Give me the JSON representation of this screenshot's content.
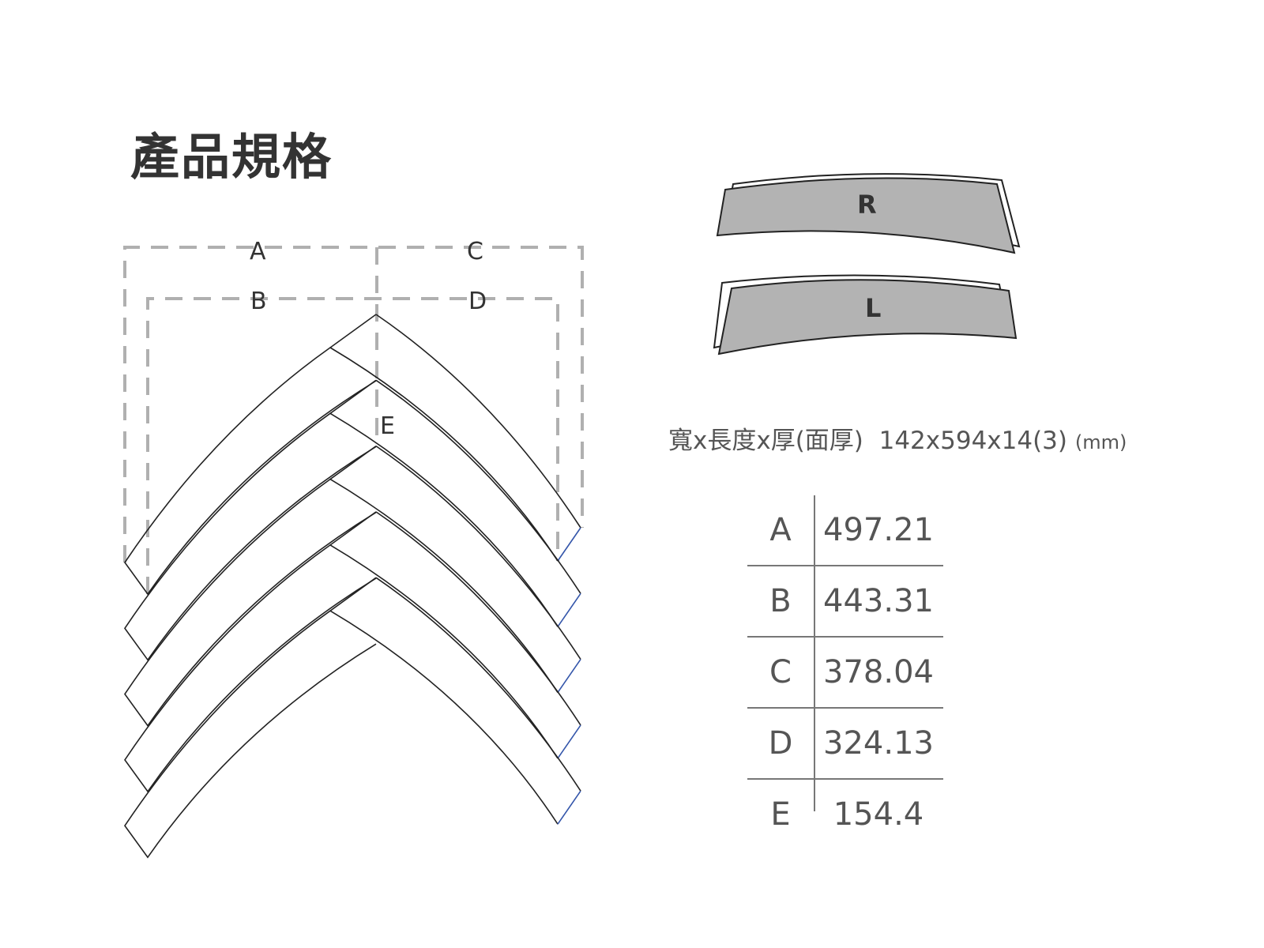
{
  "title": "產品規格",
  "dimension_labels": {
    "A": "A",
    "B": "B",
    "C": "C",
    "D": "D",
    "E": "E"
  },
  "variants": {
    "right": "R",
    "left": "L"
  },
  "spec": {
    "label": "寬x長度x厚(面厚)",
    "value": "142x594x14(3)",
    "unit": "(mm)"
  },
  "table": [
    {
      "key": "A",
      "value": "497.21"
    },
    {
      "key": "B",
      "value": "443.31"
    },
    {
      "key": "C",
      "value": "378.04"
    },
    {
      "key": "D",
      "value": "324.13"
    },
    {
      "key": "E",
      "value": "154.4"
    }
  ],
  "colors": {
    "board": "#b3b3b3",
    "dash": "#b0b0b0",
    "edge": "#3355aa"
  }
}
